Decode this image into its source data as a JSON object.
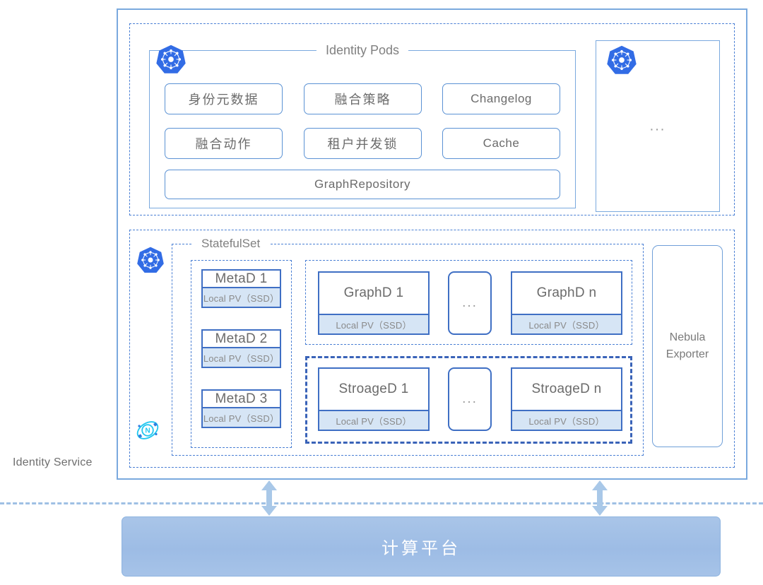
{
  "service": {
    "label": "Identity Service"
  },
  "identity_pods": {
    "legend": "Identity Pods",
    "k8s_icon": "kubernetes-icon",
    "components": [
      {
        "label": "身份元数据",
        "lang": "cn"
      },
      {
        "label": "融合策略",
        "lang": "cn"
      },
      {
        "label": "Changelog",
        "lang": "en"
      },
      {
        "label": "融合动作",
        "lang": "cn"
      },
      {
        "label": "租户并发锁",
        "lang": "cn"
      },
      {
        "label": "Cache",
        "lang": "en"
      }
    ],
    "repository": {
      "label": "GraphRepository"
    },
    "extra_pod": {
      "k8s_icon": "kubernetes-icon",
      "ellipsis": "..."
    }
  },
  "statefulset": {
    "legend": "StatefulSet",
    "k8s_icon": "kubernetes-icon",
    "nebula_icon": "nebula-graph-logo",
    "pv_label": "Local PV（SSD）",
    "metad": {
      "group_name": "metad-group",
      "nodes": [
        {
          "name": "MetaD 1",
          "pv": "Local PV（SSD）"
        },
        {
          "name": "MetaD 2",
          "pv": "Local PV（SSD）"
        },
        {
          "name": "MetaD 3",
          "pv": "Local PV（SSD）"
        }
      ]
    },
    "graphd": {
      "group_name": "graphd-group",
      "first": {
        "name": "GraphD 1",
        "pv": "Local PV（SSD）"
      },
      "ellipsis": "...",
      "last": {
        "name": "GraphD n",
        "pv": "Local PV（SSD）"
      }
    },
    "storaged": {
      "group_name": "storaged-group",
      "first": {
        "name": "StroageD 1",
        "pv": "Local PV（SSD）"
      },
      "ellipsis": "...",
      "last": {
        "name": "StroageD n",
        "pv": "Local PV（SSD）"
      }
    },
    "exporter": {
      "line1": "Nebula",
      "line2": "Exporter"
    }
  },
  "platform": {
    "label": "计算平台"
  },
  "colors": {
    "frame_blue": "#7aa9de",
    "dashed_blue": "#4a7fd4",
    "node_border": "#3f6fc4",
    "storaged_border": "#3a63b8",
    "pv_fill": "#d6e5f5",
    "text_gray": "#6b6b6b",
    "label_gray": "#808080",
    "k8s_blue": "#326ce5",
    "nebula_cyan": "#22c7f0",
    "platform_fill": "#a3c0e6",
    "boundary_dash": "#9fc0e4",
    "arrow_fill": "#a9c8e8"
  }
}
